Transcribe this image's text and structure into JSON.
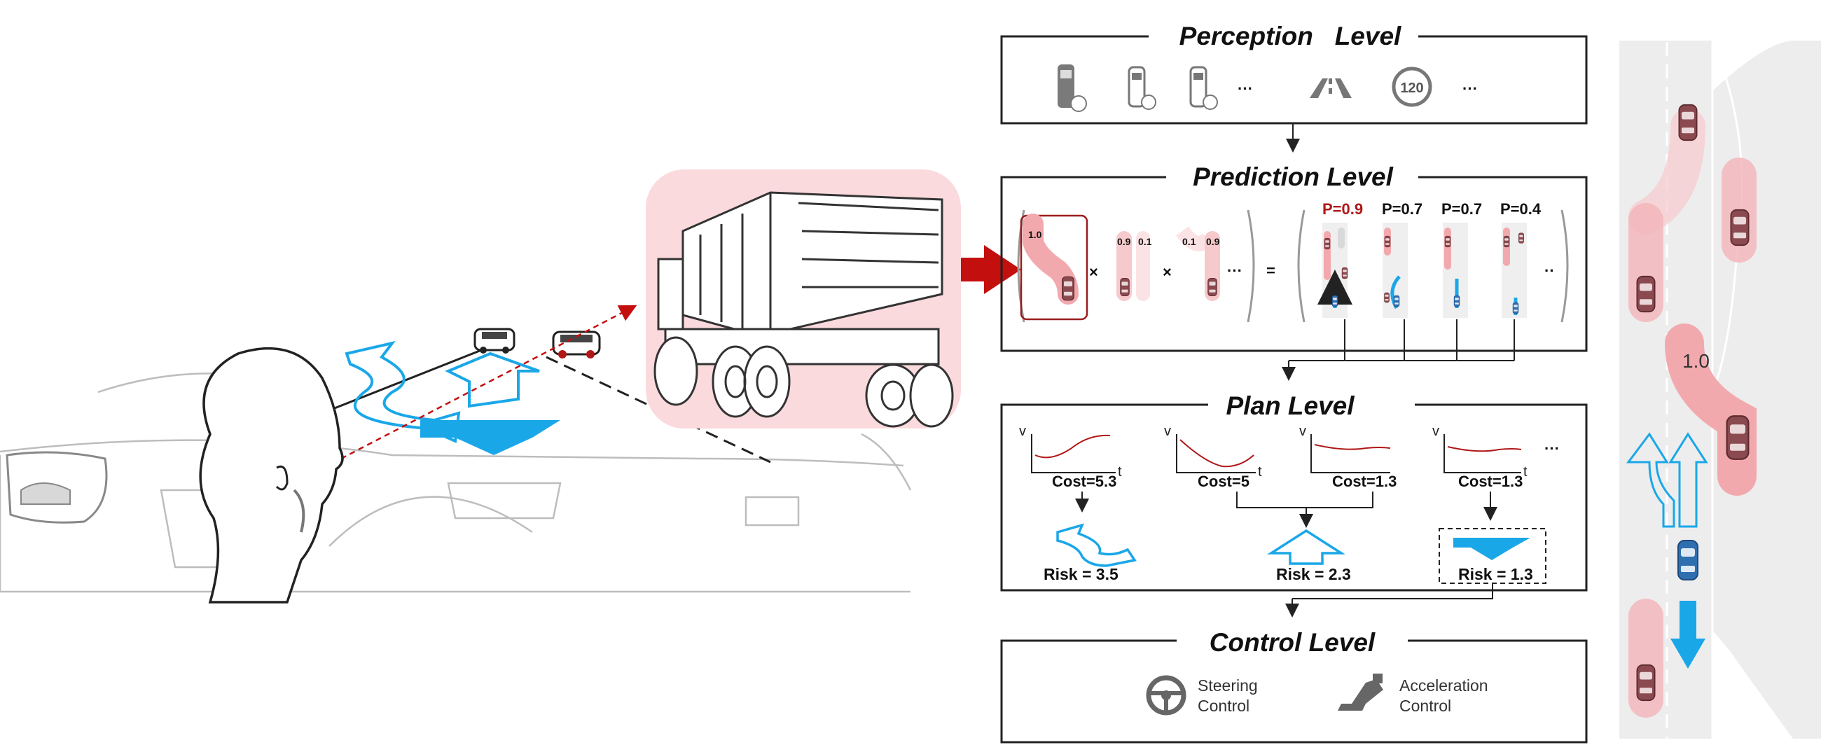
{
  "colors": {
    "accent_blue": "#1aa7e8",
    "risk_red": "#b01818",
    "highlight_pink": "#f6c9cc",
    "arrow_red": "#c40f0f",
    "road_gray": "#ededed",
    "frame": "#222222"
  },
  "levels": {
    "perception": {
      "title": "Perception   Level",
      "dots1": "···",
      "dots2": "···",
      "speed_sign": "120"
    },
    "prediction": {
      "title": "Prediction Level",
      "p_main": "1.0",
      "p_a": "0.9",
      "p_b": "0.1",
      "p_c": "0.1",
      "p_d": "0.9",
      "dots": "···",
      "equals": "=",
      "times": "×",
      "scenarios": [
        "P=0.9",
        "P=0.7",
        "P=0.7",
        "P=0.4"
      ],
      "dots_end": "··"
    },
    "plan": {
      "title": "Plan Level",
      "axis_v": "v",
      "axis_t": "t",
      "costs": [
        "Cost=5.3",
        "Cost=5",
        "Cost=1.3",
        "Cost=1.3"
      ],
      "dots": "···",
      "risks": [
        "Risk = 3.5",
        "Risk = 2.3",
        "Risk = 1.3"
      ]
    },
    "control": {
      "title": "Control Level",
      "steering_line1": "Steering",
      "steering_line2": "Control",
      "accel_line1": "Acceleration",
      "accel_line2": "Control"
    }
  },
  "road_view": {
    "prob_label": "1.0"
  }
}
